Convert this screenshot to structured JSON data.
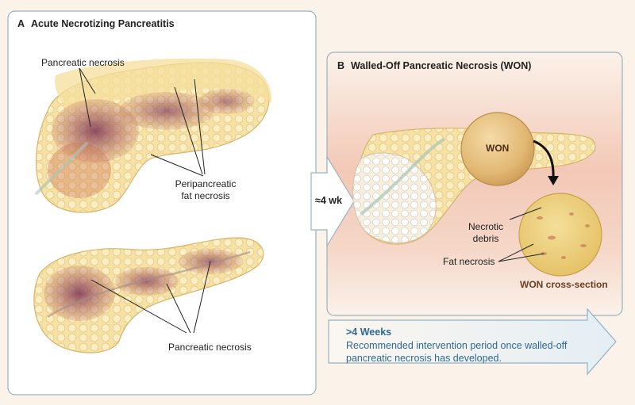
{
  "panel_a": {
    "letter": "A",
    "title": "Acute Necrotizing Pancreatitis",
    "label_necrosis_top": "Pancreatic necrosis",
    "label_peri_line1": "Peripancreatic",
    "label_peri_line2": "fat necrosis",
    "label_necrosis_bottom": "Pancreatic necrosis"
  },
  "transition": {
    "label": "≈4 wk"
  },
  "panel_b": {
    "letter": "B",
    "title": "Walled-Off Pancreatic Necrosis (WON)",
    "won_label": "WON",
    "label_necrotic_line1": "Necrotic",
    "label_necrotic_line2": "debris",
    "label_fat_necrosis": "Fat necrosis",
    "cross_section_label": "WON cross-section"
  },
  "bottom_arrow": {
    "title": ">4 Weeks",
    "line1": "Recommended intervention period once walled-off",
    "line2": "pancreatic necrosis has developed."
  },
  "colors": {
    "background": "#fbf3e9",
    "panel_border": "#9ab1bf",
    "accent_blue": "#2e6a8f",
    "pancreas_yellow": "#f3d98a",
    "necrosis_purple": "#7a3a5c",
    "won_sphere": "#e9c57e"
  }
}
